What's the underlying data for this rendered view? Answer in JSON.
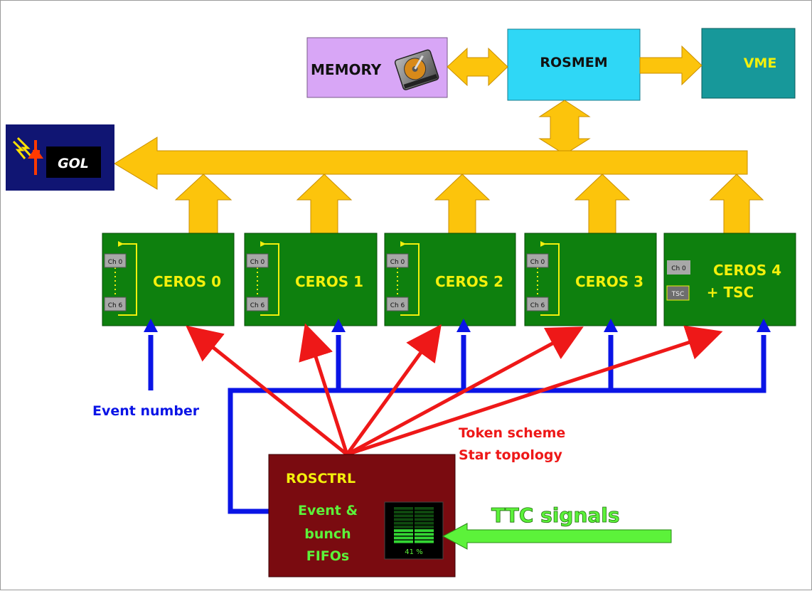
{
  "blocks": {
    "memory": {
      "label": "MEMORY",
      "color": "#d8a6f6"
    },
    "rosmem": {
      "label": "ROSMEM",
      "color": "#2fd7f6"
    },
    "vme": {
      "label": "VME",
      "color": "#17989a"
    },
    "gol": {
      "label": "GOL",
      "color": "#101573"
    },
    "rosctrl": {
      "title": "ROSCTRL",
      "fifo_line1": "Event &",
      "fifo_line2": "bunch",
      "fifo_line3": "FIFOs",
      "meter_percent": "41 %",
      "meter_fill": 0.41,
      "color": "#7a0b10"
    }
  },
  "ceros": [
    {
      "label": "CEROS 0",
      "ch_top": "Ch 0",
      "ch_bottom": "Ch 6"
    },
    {
      "label": "CEROS 1",
      "ch_top": "Ch 0",
      "ch_bottom": "Ch 6"
    },
    {
      "label": "CEROS 2",
      "ch_top": "Ch 0",
      "ch_bottom": "Ch 6"
    },
    {
      "label": "CEROS 3",
      "ch_top": "Ch 0",
      "ch_bottom": "Ch 6"
    },
    {
      "label_line1": "CEROS 4",
      "label_line2": "+ TSC",
      "ch_top": "Ch 0",
      "ch_bottom": "TSC"
    }
  ],
  "annotations": {
    "event_number": "Event number",
    "token_scheme": "Token scheme",
    "star_topology": "Star topology",
    "ttc_signals": "TTC signals"
  },
  "colors": {
    "bus": "#fcc40c",
    "ceros_fill": "#0e800e",
    "ceros_text": "#f3f00c",
    "event_line": "#0a14e6",
    "token_line": "#ee1818",
    "ttc_arrow": "#5cf23a"
  }
}
